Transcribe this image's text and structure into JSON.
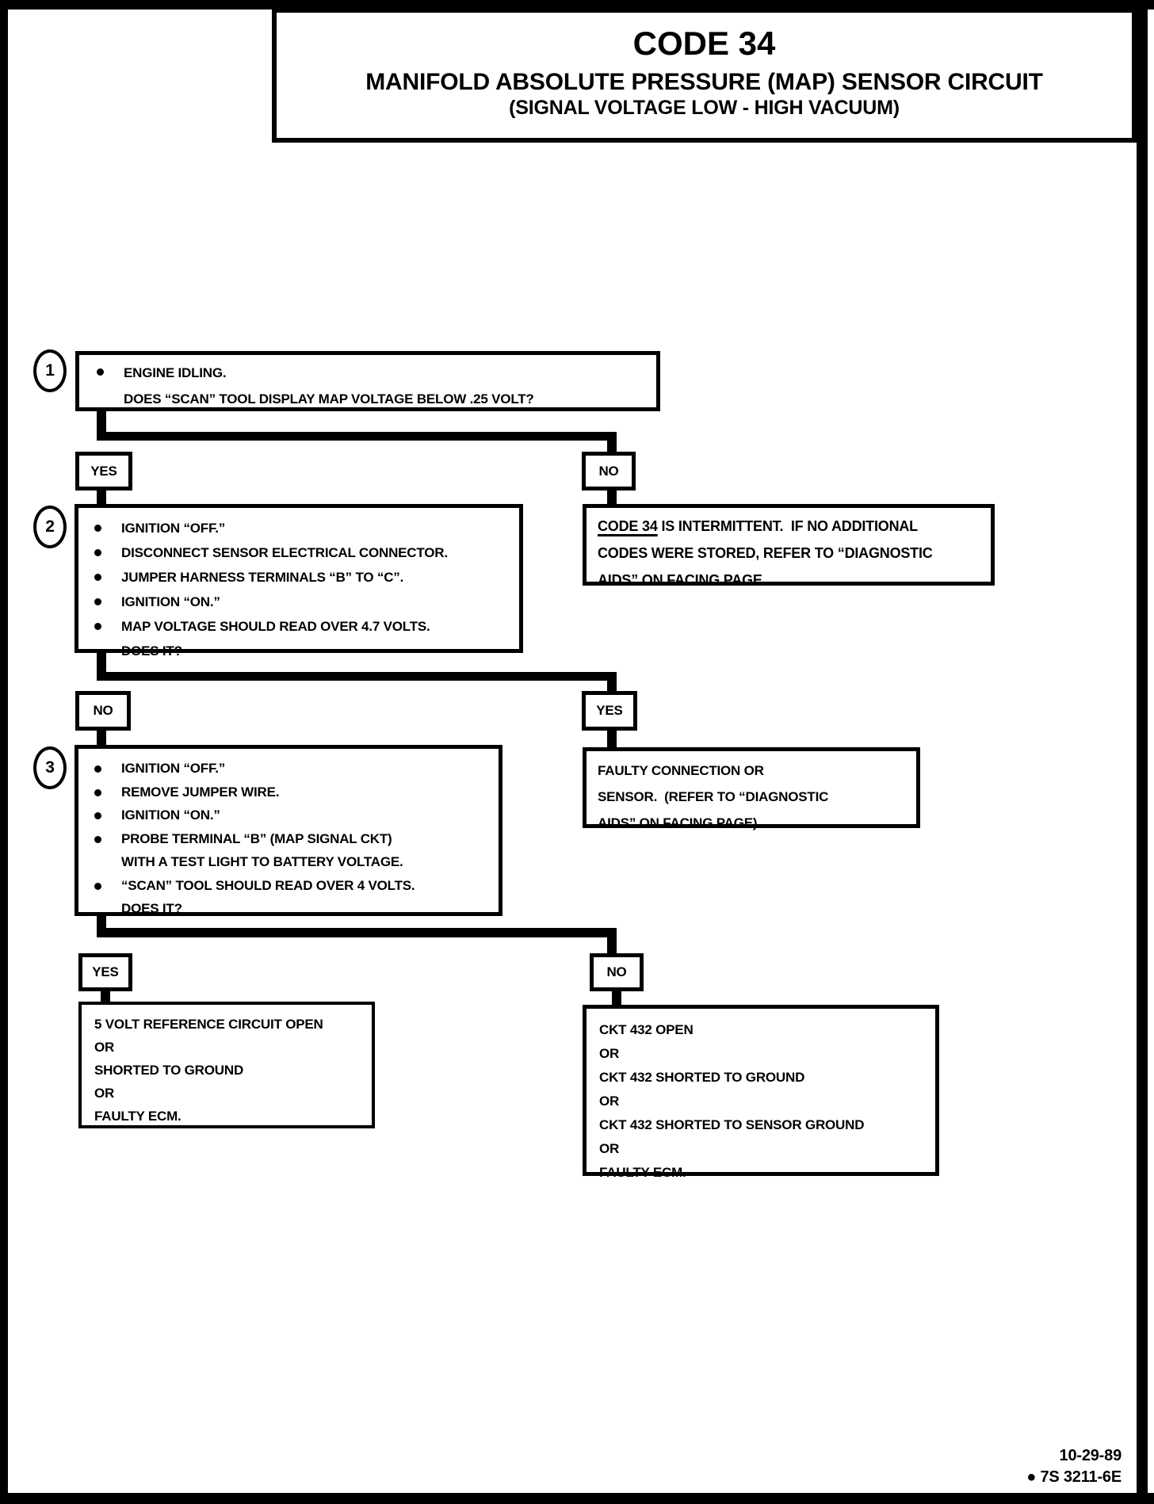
{
  "colors": {
    "ink": "#000000",
    "paper": "#ffffff"
  },
  "header": {
    "title": "CODE 34",
    "subtitle": "MANIFOLD ABSOLUTE PRESSURE (MAP) SENSOR CIRCUIT",
    "subtitle2": "(SIGNAL VOLTAGE LOW - HIGH VACUUM)"
  },
  "flow": {
    "step1": {
      "number": "1",
      "lines": [
        "ENGINE IDLING.",
        "DOES “SCAN” TOOL DISPLAY MAP VOLTAGE BELOW .25 VOLT?"
      ]
    },
    "branch1": {
      "left": "YES",
      "right": "NO"
    },
    "intermittent": {
      "line1_underlined": "CODE 34",
      "line1_rest": " IS INTERMITTENT.  IF NO ADDITIONAL",
      "line2": "CODES WERE STORED, REFER TO “DIAGNOSTIC",
      "line3": "AIDS” ON FACING PAGE."
    },
    "step2": {
      "number": "2",
      "lines": [
        "IGNITION “OFF.”",
        "DISCONNECT SENSOR ELECTRICAL CONNECTOR.",
        "JUMPER HARNESS TERMINALS “B” TO “C”.",
        "IGNITION “ON.”",
        "MAP VOLTAGE SHOULD READ OVER 4.7 VOLTS.",
        "DOES IT?"
      ]
    },
    "branch2": {
      "left": "NO",
      "right": "YES"
    },
    "faulty": {
      "line1": "FAULTY CONNECTION OR",
      "line2": "SENSOR.  (REFER TO “DIAGNOSTIC",
      "line3": "AIDS” ON FACING PAGE)."
    },
    "step3": {
      "number": "3",
      "lines": [
        "IGNITION “OFF.”",
        "REMOVE JUMPER WIRE.",
        "IGNITION “ON.”",
        "PROBE TERMINAL “B” (MAP SIGNAL CKT)",
        "WITH A TEST LIGHT TO BATTERY VOLTAGE.",
        "“SCAN” TOOL SHOULD READ OVER 4 VOLTS.",
        "DOES IT?"
      ]
    },
    "branch3": {
      "left": "YES",
      "right": "NO"
    },
    "result_left": {
      "lines": [
        "5 VOLT REFERENCE CIRCUIT OPEN",
        "OR",
        "SHORTED TO GROUND",
        "OR",
        "FAULTY ECM."
      ]
    },
    "result_right": {
      "lines": [
        "CKT 432 OPEN",
        "OR",
        "CKT 432 SHORTED TO GROUND",
        "OR",
        "CKT 432 SHORTED TO SENSOR GROUND",
        "OR",
        "FAULTY ECM."
      ]
    }
  },
  "footer": {
    "date": "10-29-89",
    "bullet": "●",
    "ref": "7S 3211-6E"
  }
}
